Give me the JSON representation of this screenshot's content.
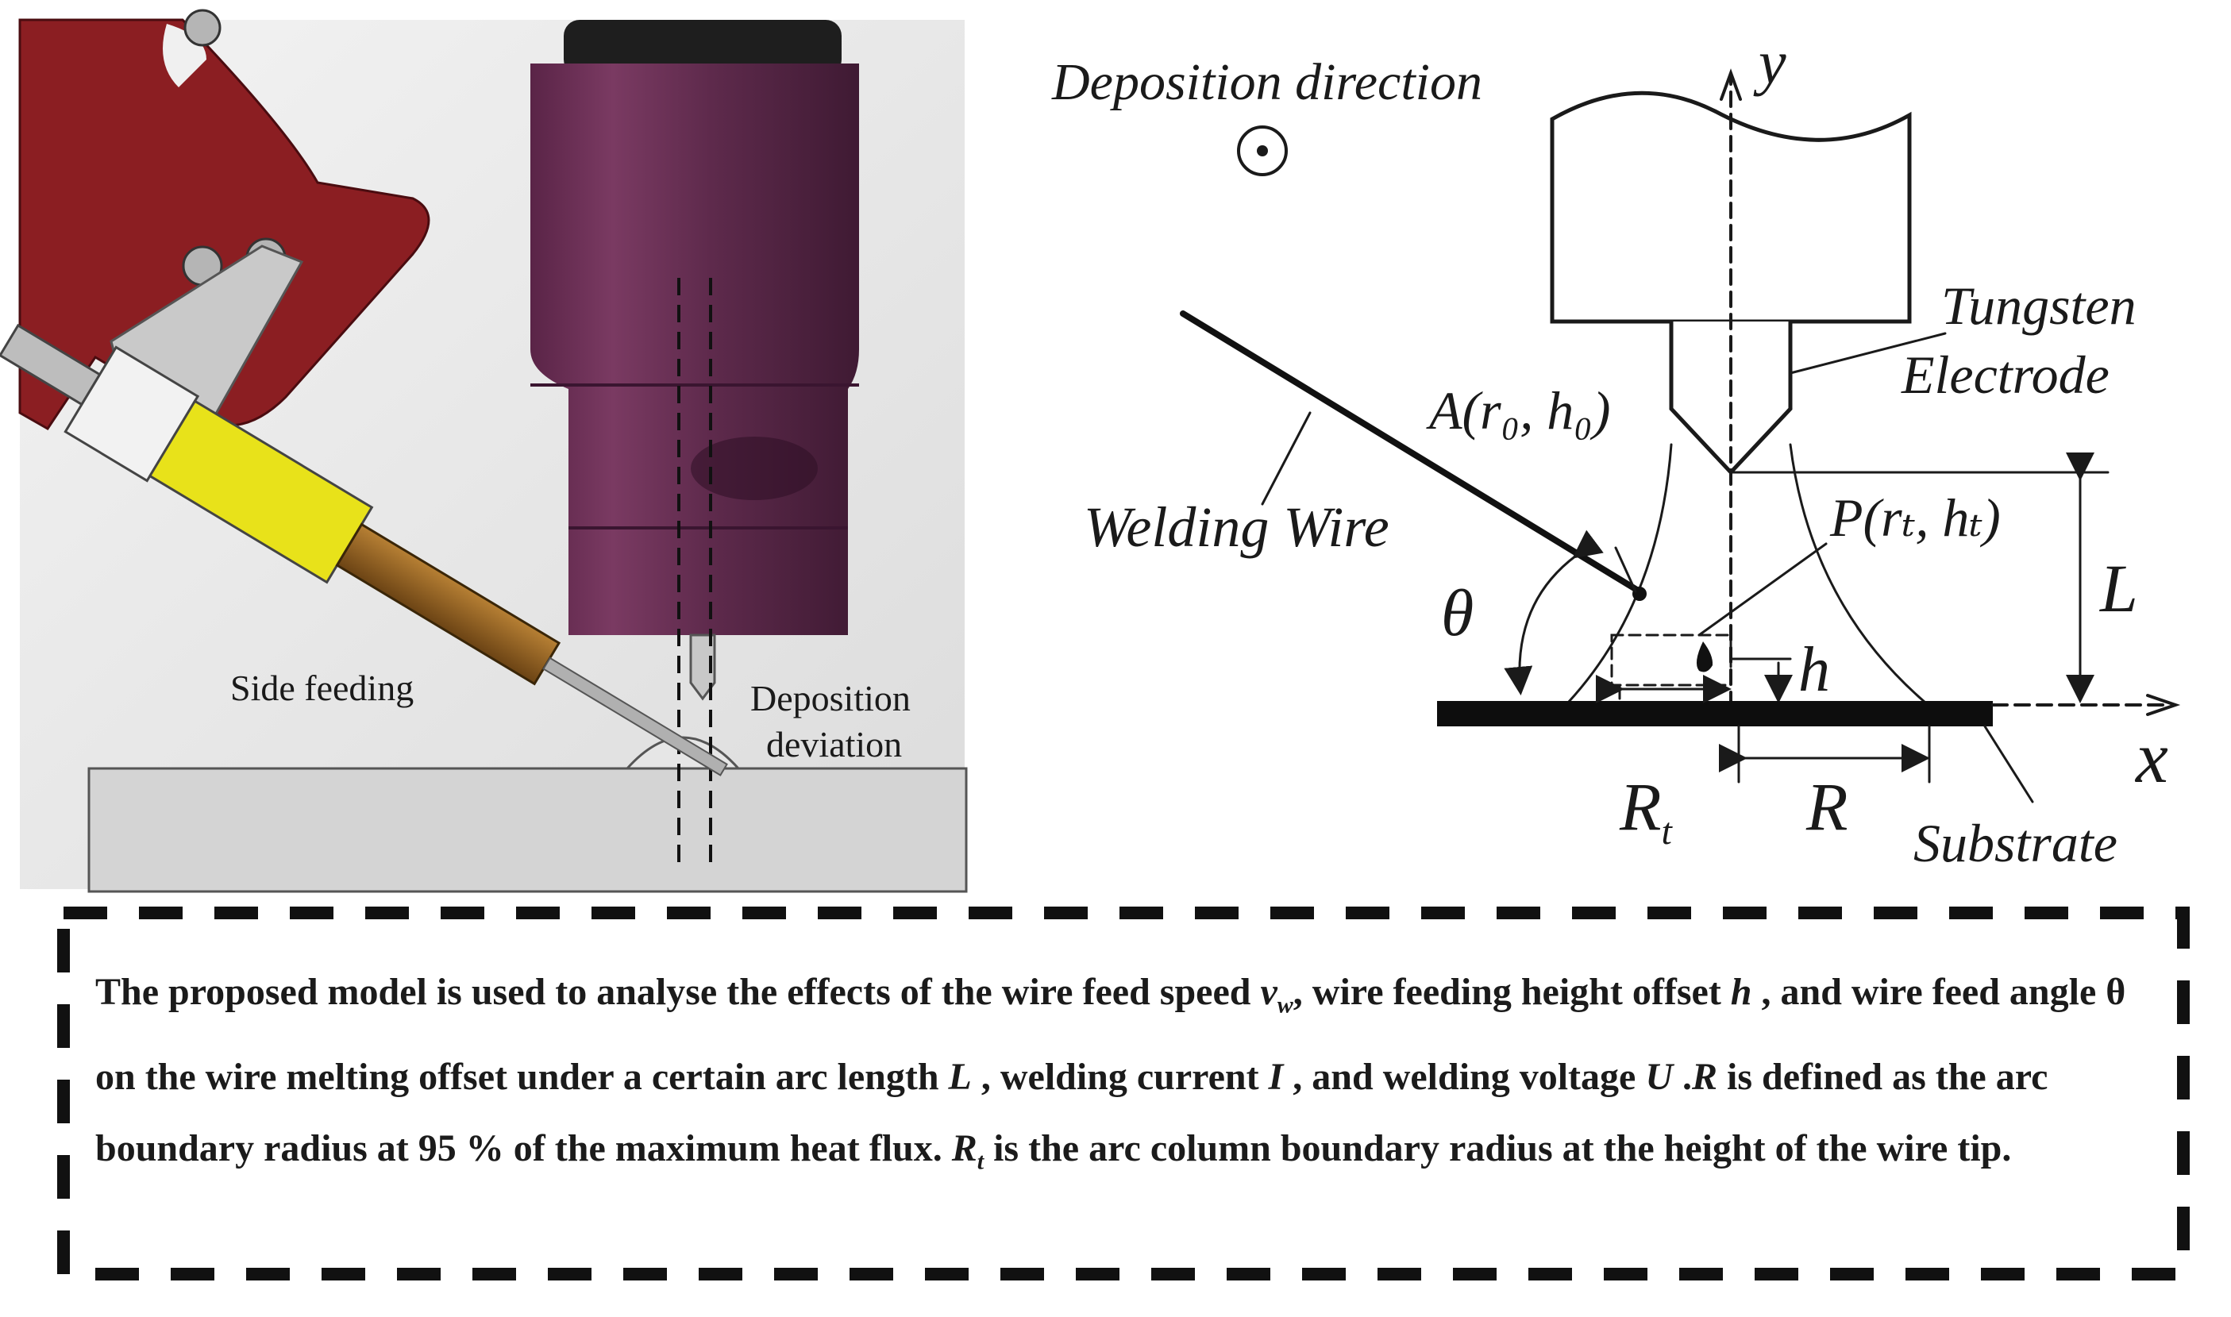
{
  "photo": {
    "side_feeding": "Side feeding",
    "deposition_deviation_1": "Deposition",
    "deposition_deviation_2": "deviation"
  },
  "schematic": {
    "deposition_direction": "Deposition direction",
    "y_axis": "y",
    "x_axis": "x",
    "tungsten_1": "Tungsten",
    "tungsten_2": "Electrode",
    "point_a": "A(r₀, h₀)",
    "point_p": "P(rₜ, hₜ)",
    "welding_wire": "Welding Wire",
    "theta": "θ",
    "L": "L",
    "h": "h",
    "Rt": "R",
    "Rt_sub": "t",
    "R": "R",
    "substrate": "Substrate"
  },
  "caption": {
    "part1": "The proposed model is used to analyse the effects of the wire feed speed ",
    "vw": "v",
    "vw_sub": "w",
    "part2": ", wire feeding height offset ",
    "h": "h",
    "part3": " ,  and wire feed angle θ on the wire melting offset under a certain arc length ",
    "L": "L",
    "part4": " , welding current ",
    "I": "I",
    "part5": " , and welding voltage ",
    "U": "U",
    "part6": " .",
    "R": "R",
    "part7": " is defined as the arc boundary radius at 95 % of the maximum heat flux. ",
    "Rt": "R",
    "Rt_sub": "t",
    "part8": " is the arc column boundary radius at the height of the wire tip."
  },
  "colors": {
    "bracket": "#8b1e22",
    "nozzle": "#6b2e55",
    "feeder_yellow": "#e8e21a",
    "feeder_tube": "#8a5a1e",
    "substrate": "#d4d4d4"
  }
}
